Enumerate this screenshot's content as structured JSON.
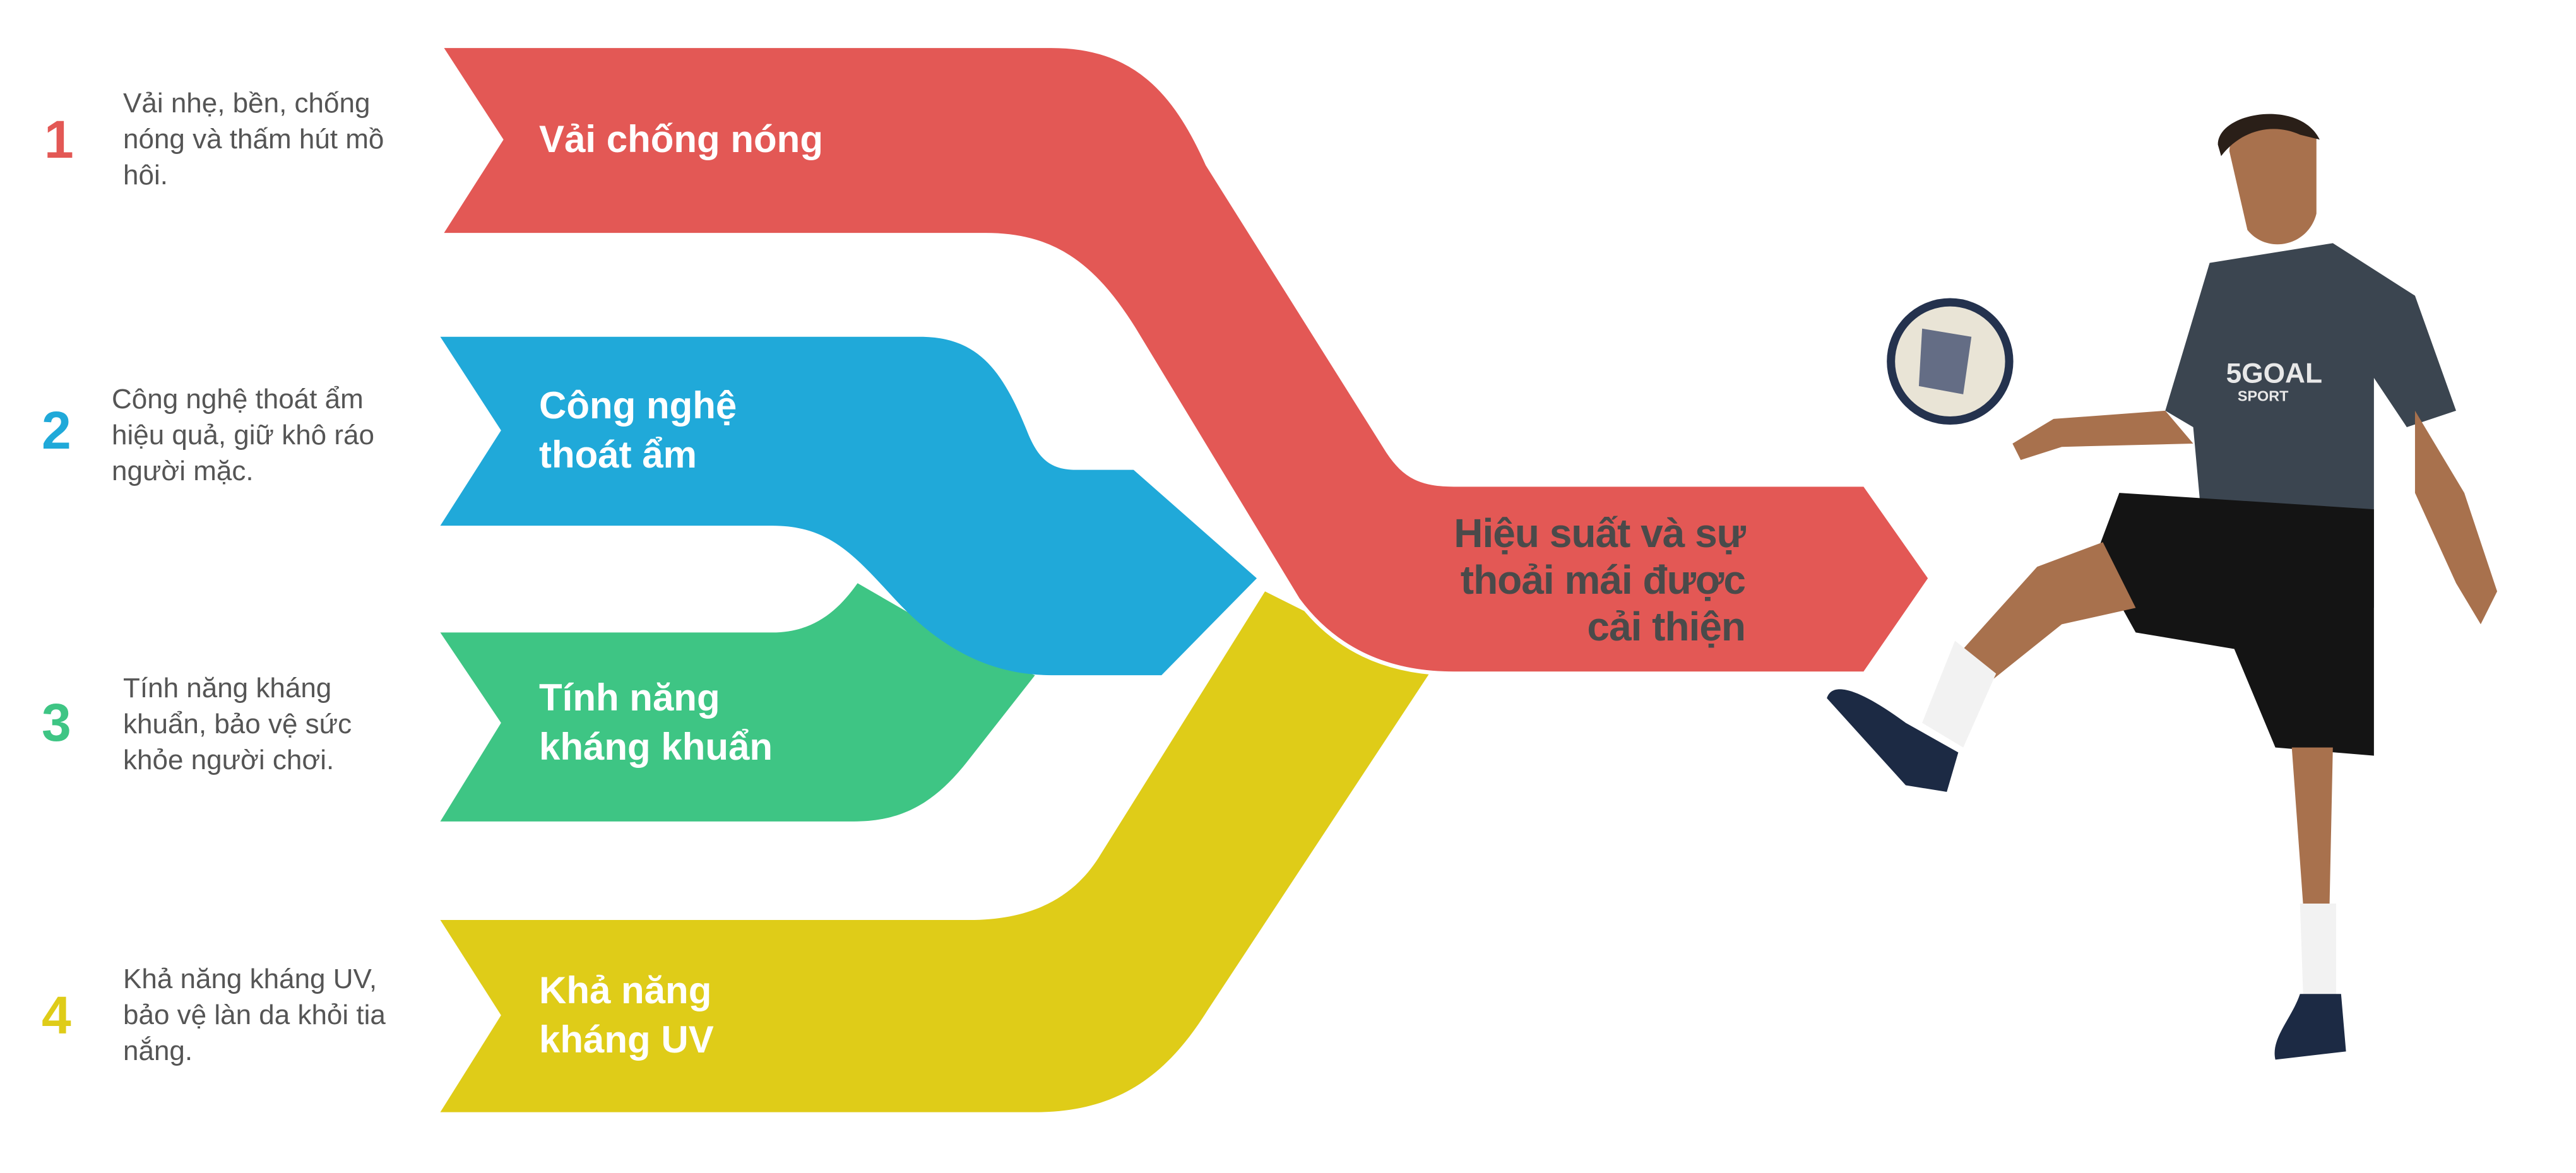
{
  "items": [
    {
      "number": "1",
      "label": "Vải chống nóng",
      "description": "Vải nhẹ, bền, chống nóng và thấm hút mồ hôi.",
      "color": "#e35855"
    },
    {
      "number": "2",
      "label_lines": [
        "Công nghệ",
        "thoát ẩm"
      ],
      "description": "Công nghệ thoát ẩm hiệu quả, giữ khô ráo người mặc.",
      "color": "#20a9d9"
    },
    {
      "number": "3",
      "label_lines": [
        "Tính năng",
        "kháng khuẩn"
      ],
      "description": "Tính năng kháng khuẩn, bảo vệ sức khỏe người chơi.",
      "color": "#3ec584"
    },
    {
      "number": "4",
      "label_lines": [
        "Khả năng",
        "kháng UV"
      ],
      "description": "Khả năng kháng UV, bảo vệ làn da khỏi tia nắng.",
      "color": "#dfcc18"
    }
  ],
  "result": {
    "lines": [
      "Hiệu suất và sự",
      "thoải mái được",
      "cải thiện"
    ],
    "color": "#e35855"
  },
  "photo": {
    "shirt_logo": [
      "5GOAL",
      "SPORT"
    ]
  }
}
